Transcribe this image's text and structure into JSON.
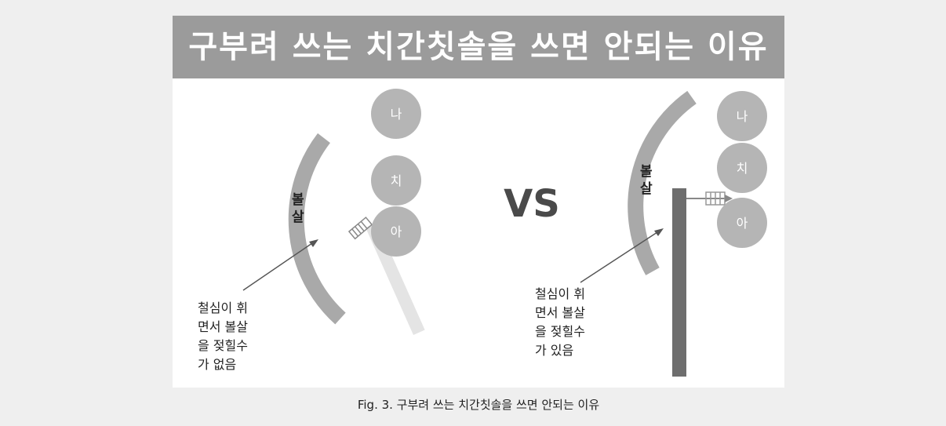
{
  "figure": {
    "title": "구부려 쓰는 치간칫솔을 쓰면 안되는 이유",
    "caption": "Fig. 3. 구부려 쓰는 치간칫솔을 쓰면 안되는 이유",
    "vs_label": "VS"
  },
  "left_panel": {
    "teeth": [
      "나",
      "치",
      "아"
    ],
    "cheek_label": [
      "볼",
      "살"
    ],
    "note_lines": [
      "철심이 휘",
      "면서 볼살",
      "을 젖힐수",
      "가 없음"
    ]
  },
  "right_panel": {
    "teeth": [
      "나",
      "치",
      "아"
    ],
    "cheek_label": [
      "볼",
      "살"
    ],
    "note_lines": [
      "철심이 휘",
      "면서 볼살",
      "을 젖힐수",
      "가 있음"
    ]
  },
  "colors": {
    "banner": "#9b9b9b",
    "shape_gray": "#a9a9a9",
    "tooth_gray": "#b5b5b5",
    "handle_dark": "#6e6e6e",
    "text_dark": "#222222"
  }
}
